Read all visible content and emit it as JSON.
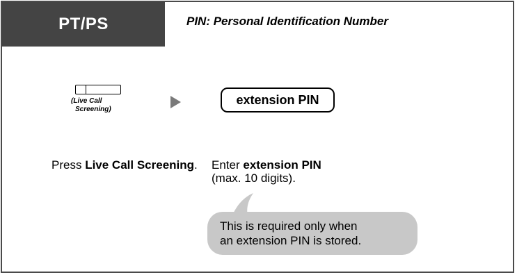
{
  "header": {
    "tab_label": "PT/PS",
    "note": "PIN: Personal Identification Number"
  },
  "steps": [
    {
      "icon": "feature-button-icon",
      "icon_caption_line1": "(Live Call",
      "icon_caption_line2": "Screening)",
      "text_prefix": "Press ",
      "text_bold": "Live Call Screening",
      "text_suffix": "."
    },
    {
      "input_box_label": "extension PIN",
      "text_prefix": "Enter ",
      "text_bold": "extension PIN",
      "text_line2": "(max. 10 digits)."
    }
  ],
  "callout": {
    "line1": "This is required only when",
    "line2": "an extension PIN is stored."
  },
  "colors": {
    "header_tab": "#444444",
    "arrow": "#7a7a7a",
    "callout_bg": "#c8c8c8",
    "border": "#4a4a4a"
  }
}
